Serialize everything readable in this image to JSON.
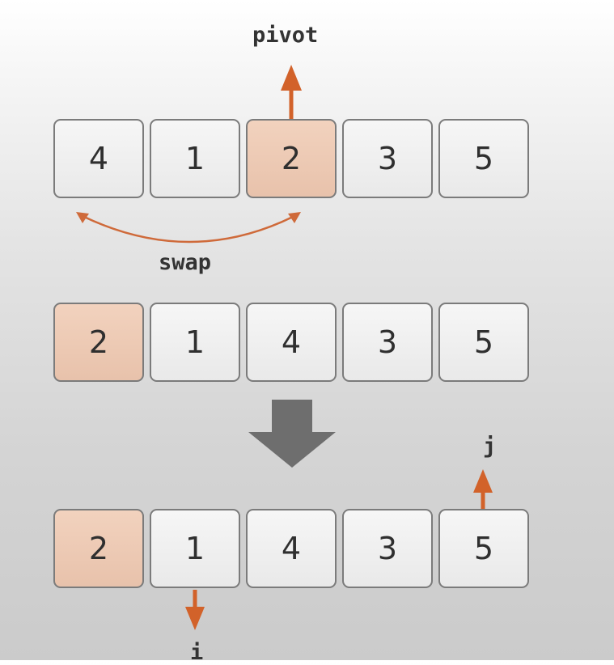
{
  "diagram": {
    "step1": {
      "cells": [
        "4",
        "1",
        "2",
        "3",
        "5"
      ],
      "highlighted_index": 2,
      "pivot_label": "pivot",
      "swap_label": "swap"
    },
    "step2": {
      "cells": [
        "2",
        "1",
        "4",
        "3",
        "5"
      ],
      "highlighted_index": 0
    },
    "step3": {
      "cells": [
        "2",
        "1",
        "4",
        "3",
        "5"
      ],
      "highlighted_index": 0,
      "i_label": "i",
      "j_label": "j"
    },
    "colors": {
      "highlight": "#ecc8b2",
      "arrow_accent": "#d2622a",
      "big_arrow": "#6e6e6e",
      "border": "#7b7b7b"
    }
  }
}
